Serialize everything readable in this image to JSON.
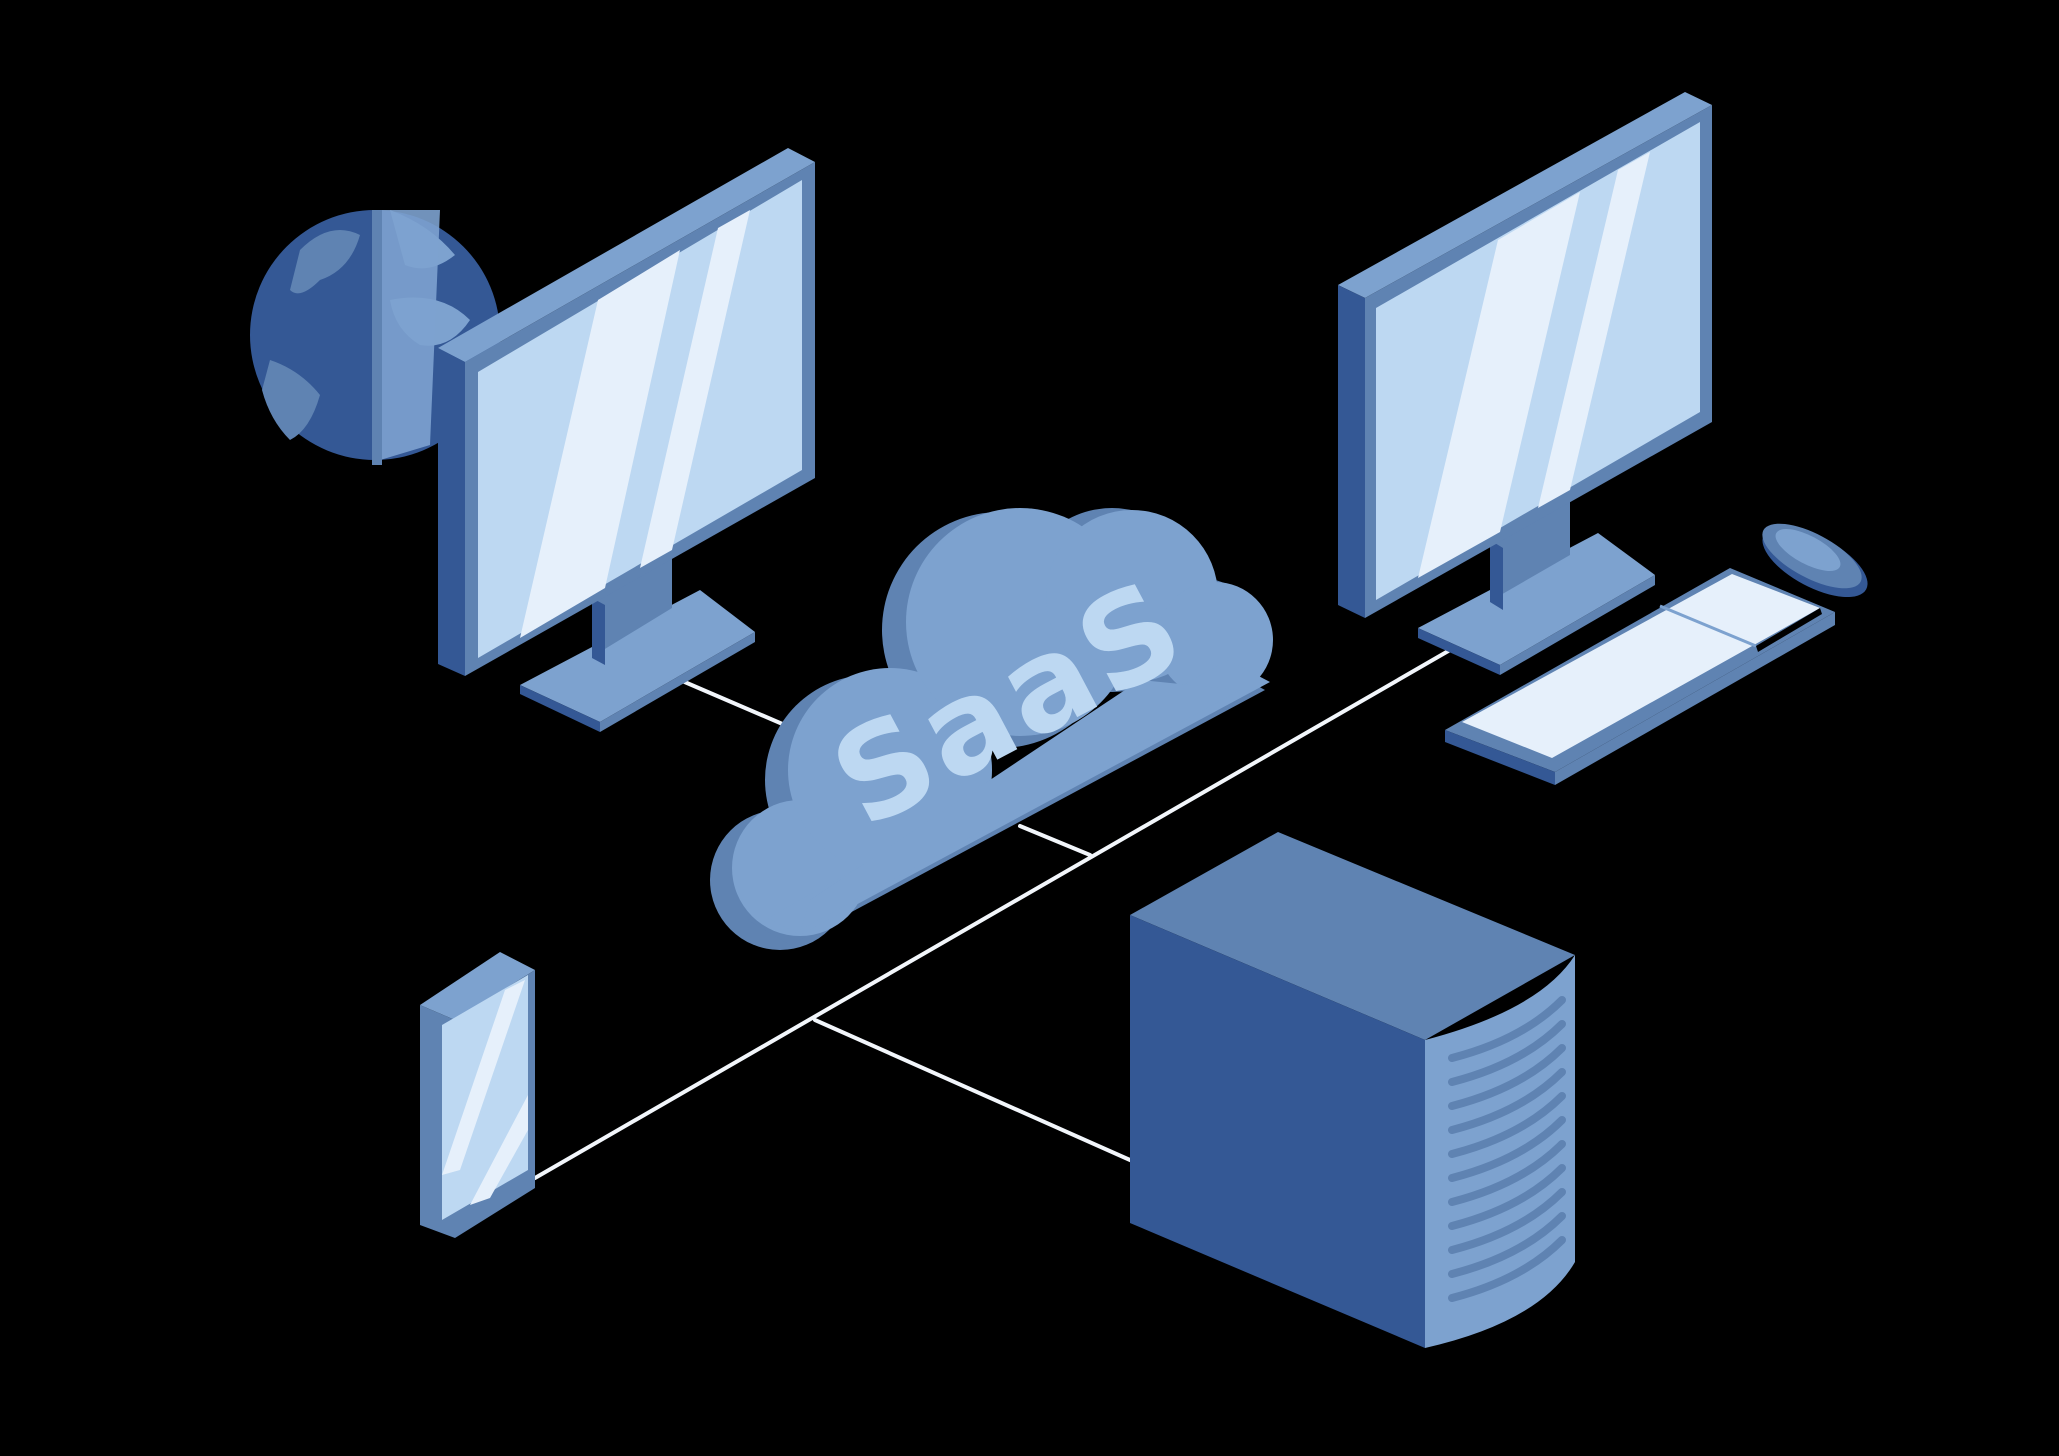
{
  "cloud": {
    "label": "SaaS"
  },
  "colors": {
    "background": "#000000",
    "dark_blue": "#345895",
    "mid_blue": "#5f83b2",
    "light_blue": "#7da2cf",
    "screen_blue": "#bdd8f2",
    "highlight": "#e6f0fb",
    "cable": "#f2f6fb"
  },
  "nodes": [
    {
      "name": "globe-icon"
    },
    {
      "name": "monitor-left"
    },
    {
      "name": "monitor-right"
    },
    {
      "name": "keyboard"
    },
    {
      "name": "mouse-icon"
    },
    {
      "name": "saas-cloud"
    },
    {
      "name": "smartphone"
    },
    {
      "name": "server-tower"
    }
  ]
}
